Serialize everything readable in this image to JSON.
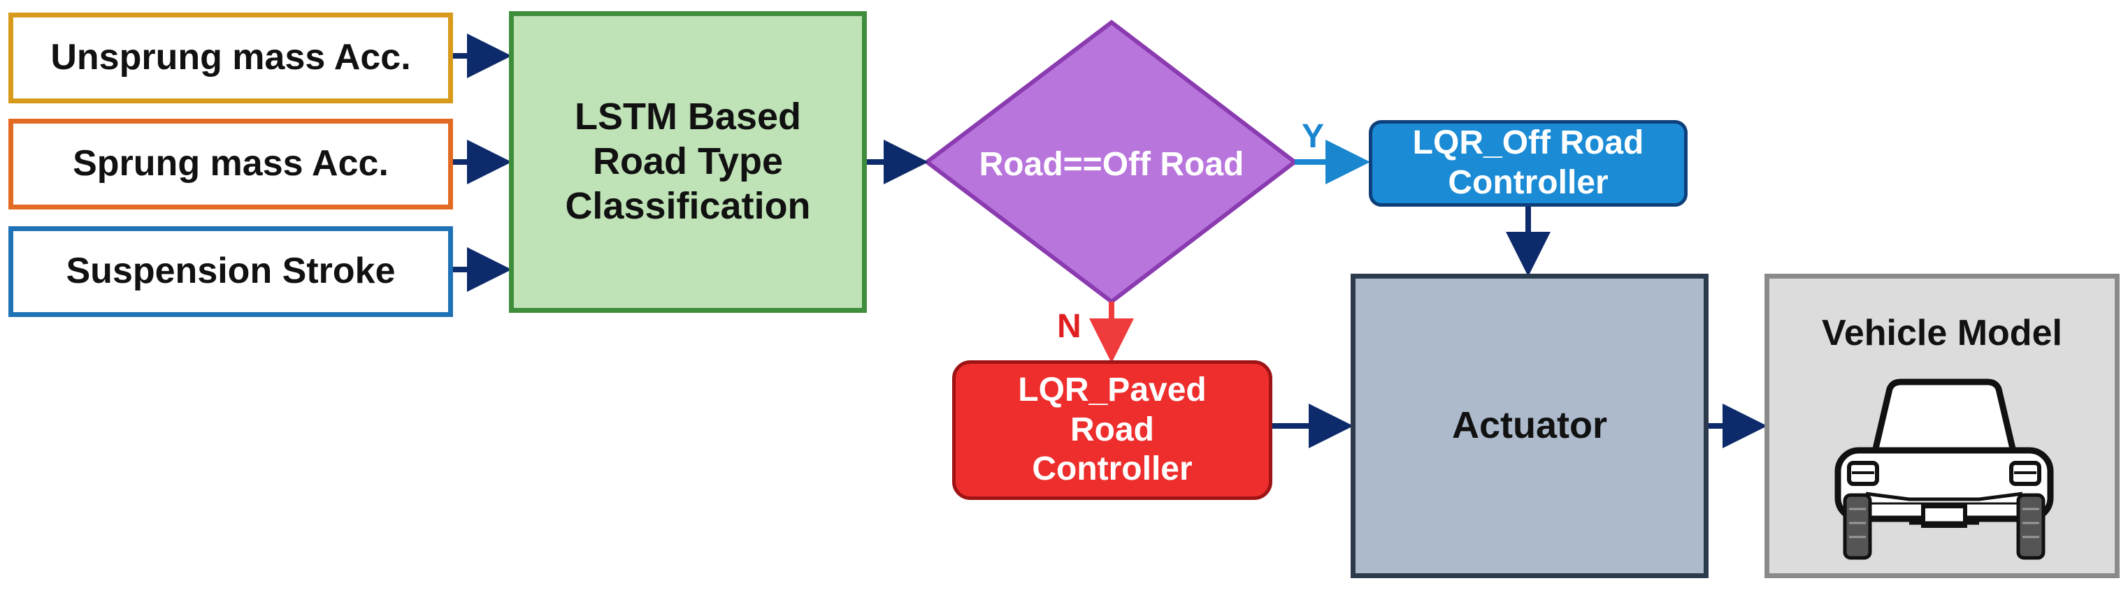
{
  "inputs": [
    {
      "label": "Unsprung mass Acc."
    },
    {
      "label": "Sprung mass Acc."
    },
    {
      "label": "Suspension Stroke"
    }
  ],
  "classifier": {
    "lines": [
      "LSTM Based",
      "Road Type",
      "Classification"
    ]
  },
  "decision": {
    "label": "Road==Off Road",
    "yes_label": "Y",
    "no_label": "N"
  },
  "lqr_off": {
    "lines": [
      "LQR_Off Road",
      "Controller"
    ]
  },
  "lqr_paved": {
    "lines": [
      "LQR_Paved",
      "Road",
      "Controller"
    ]
  },
  "actuator": {
    "label": "Actuator"
  },
  "vehicle": {
    "title": "Vehicle Model",
    "icon": "car-front-icon"
  },
  "colors": {
    "arrow": "#0d2a6b",
    "no_arrow": "#ef3b3b",
    "yes_arrow": "#1a86d0",
    "decision_fill": "#b876dd",
    "decision_border": "#8a3bb0"
  }
}
